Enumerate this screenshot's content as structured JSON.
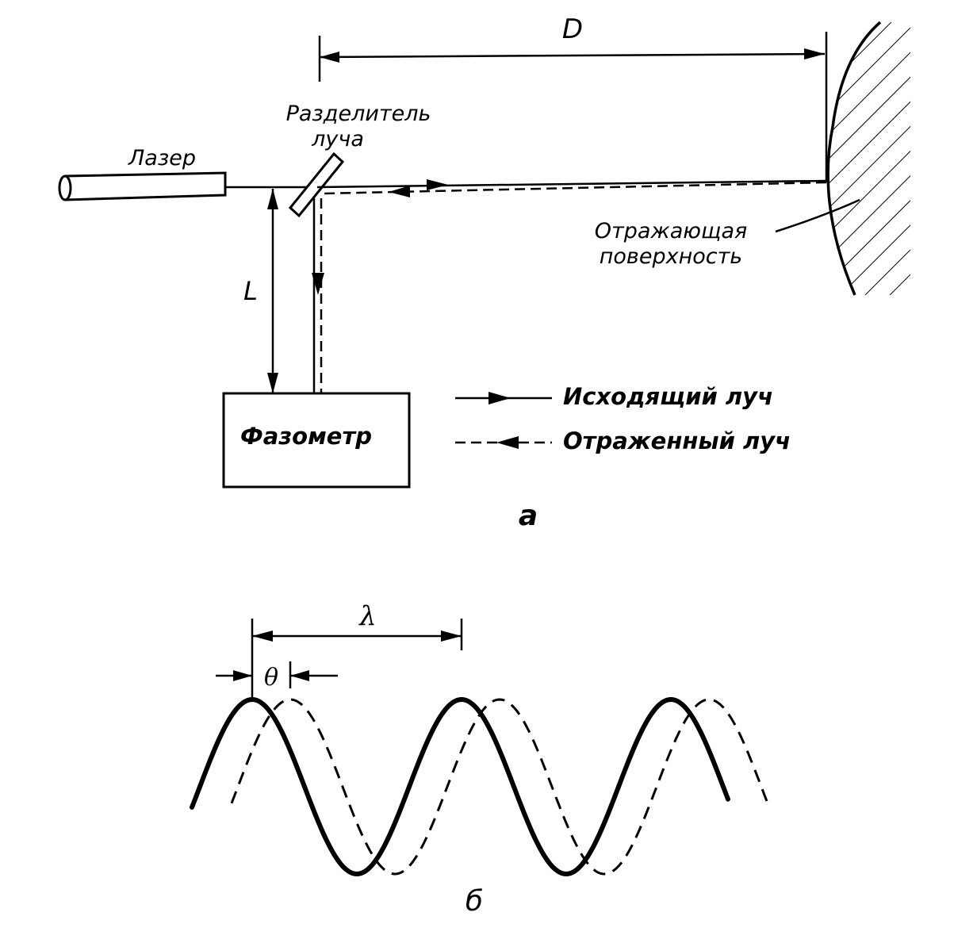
{
  "diagram_a": {
    "label_D": "D",
    "label_L": "L",
    "laser": "Лазер",
    "splitter_line1": "Разделитель",
    "splitter_line2": "луча",
    "surface_line1": "Отражающая",
    "surface_line2": "поверхность",
    "phasemeter": "Фазометр",
    "legend_outgoing": "Исходящий луч",
    "legend_reflected": "Отраженный луч",
    "caption": "а"
  },
  "diagram_b": {
    "label_lambda": "λ",
    "label_theta": "θ",
    "caption": "б"
  }
}
